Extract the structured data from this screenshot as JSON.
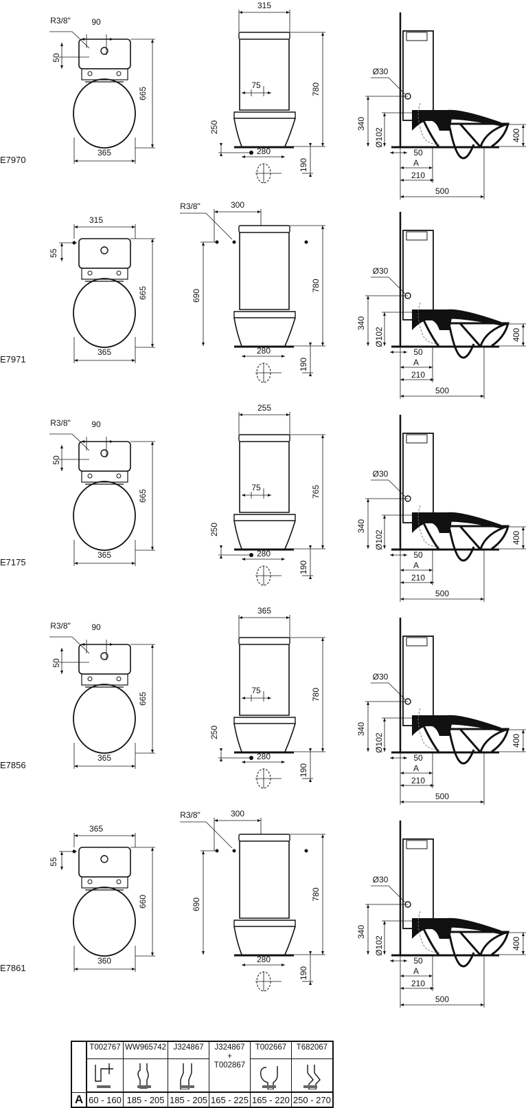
{
  "rows": [
    {
      "model": "E7970",
      "variant": "top",
      "top": {
        "r": "R3/8\"",
        "w": "90",
        "h": "50",
        "len": "665",
        "width": "365"
      },
      "front": {
        "w": "315",
        "h": "780",
        "off": "75",
        "inlet": "250",
        "outlet": "190",
        "base": "280"
      }
    },
    {
      "model": "E7971",
      "variant": "side",
      "top": {
        "w": "315",
        "h": "55",
        "len": "665",
        "width": "365"
      },
      "front": {
        "r": "R3/8\"",
        "w": "300",
        "inlet": "690",
        "h": "780",
        "outlet": "190",
        "base": "280"
      }
    },
    {
      "model": "E7175",
      "variant": "top",
      "top": {
        "r": "R3/8\"",
        "w": "90",
        "h": "50",
        "len": "665",
        "width": "365"
      },
      "front": {
        "w": "255",
        "h": "765",
        "off": "75",
        "inlet": "250",
        "outlet": "190",
        "base": "280"
      }
    },
    {
      "model": "E7856",
      "variant": "top",
      "top": {
        "r": "R3/8\"",
        "w": "90",
        "h": "50",
        "len": "665",
        "width": "365"
      },
      "front": {
        "w": "365",
        "h": "780",
        "off": "75",
        "inlet": "250",
        "outlet": "190",
        "base": "280"
      }
    },
    {
      "model": "E7861",
      "variant": "side",
      "top": {
        "w": "365",
        "h": "55",
        "len": "660",
        "width": "360"
      },
      "front": {
        "r": "R3/8\"",
        "w": "300",
        "inlet": "690",
        "h": "780",
        "outlet": "190",
        "base": "280"
      }
    }
  ],
  "side": {
    "d30": "Ø30",
    "h340": "340",
    "d102": "Ø102",
    "h400": "400",
    "w50": "50",
    "a": "A",
    "w210": "210",
    "w500": "500"
  },
  "fittings": {
    "row_label": "A",
    "items": [
      {
        "code": "T002767",
        "range": "60 - 160"
      },
      {
        "code": "WW965742",
        "range": "185 - 205"
      },
      {
        "code": "J324867",
        "range": "185 - 205"
      },
      {
        "code": "J324867\n+\nT002867",
        "range": "165 - 225"
      },
      {
        "code": "T002667",
        "range": "165 - 220"
      },
      {
        "code": "T682067",
        "range": "250 - 270"
      }
    ]
  },
  "colors": {
    "ink": "#111111",
    "paper": "#ffffff"
  }
}
